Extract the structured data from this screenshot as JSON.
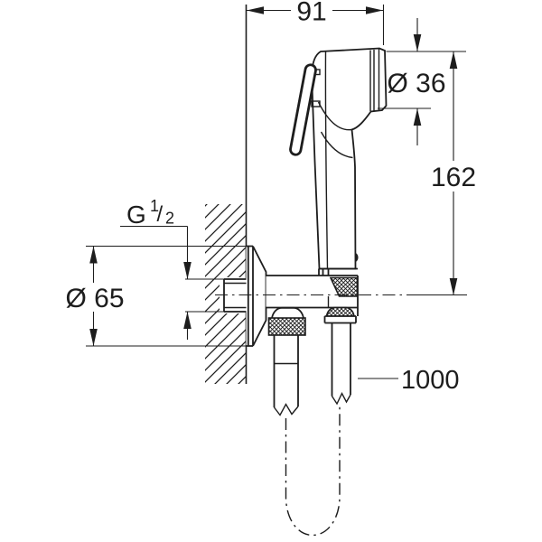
{
  "drawing": {
    "type": "technical-dimension-drawing",
    "subject": "wall-mounted hand shower (bidet spray) with wall union and hose",
    "colors": {
      "line": "#1d1d1d",
      "background": "#ffffff"
    },
    "dims": {
      "width": "91",
      "head_diameter": "Ø 36",
      "height": "162",
      "escutcheon_diameter": "Ø 65",
      "hose_length": "1000",
      "thread": {
        "g": "G",
        "sup": "1",
        "slash": "/",
        "sub": "2"
      }
    }
  }
}
